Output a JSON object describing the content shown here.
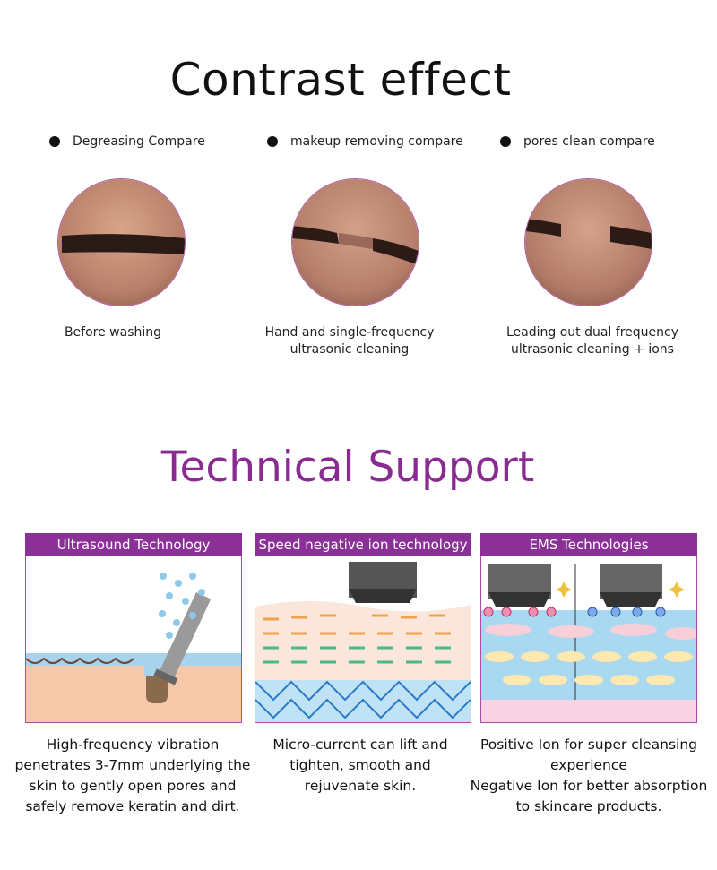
{
  "contrast": {
    "title": "Contrast effect",
    "items": [
      {
        "header": "Degreasing Compare",
        "caption": [
          "Before washing"
        ]
      },
      {
        "header": "makeup removing compare",
        "caption": [
          "Hand and single-frequency",
          "ultrasonic cleaning"
        ]
      },
      {
        "header": "pores clean compare",
        "caption": [
          "Leading out dual frequency",
          "ultrasonic cleaning + ions"
        ]
      }
    ]
  },
  "technical": {
    "title": "Technical Support",
    "panels": [
      {
        "header": "Ultrasound Technology",
        "description": [
          "High-frequency vibration",
          "penetrates 3-7mm underlying the",
          "skin to gently open pores and",
          "safely remove keratin and dirt."
        ]
      },
      {
        "header": "Speed negative ion technology",
        "description": [
          "Micro-current can lift and",
          "tighten, smooth and",
          "rejuvenate skin."
        ]
      },
      {
        "header": "EMS Technologies",
        "description": [
          "Positive Ion for super cleansing",
          "experience",
          "Negative Ion for better absorption",
          "to skincare products."
        ]
      }
    ]
  },
  "colors": {
    "accent_purple": "#8b3096",
    "title_purple": "#8a2b91",
    "skin_tone": "#c9957a"
  }
}
